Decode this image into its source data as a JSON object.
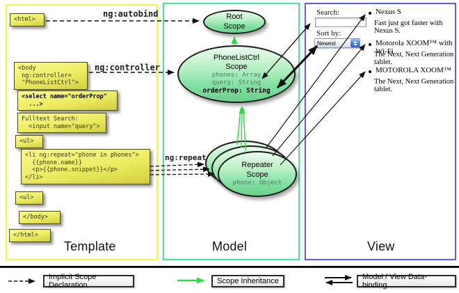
{
  "template_column": {
    "label": "Template",
    "boxes": {
      "html_open": "<html>",
      "body_open": "<body\n ng:controller=\n \"PhoneListCtrl\">",
      "select": "<select name=\"orderProp\"\n  ...>",
      "fulltext": "Fulltext Search:\n  <input name=\"query\">",
      "ul_open": "<ul>",
      "li_repeat": "<li ng:repeat=\"phone in phones\">\n  {{phone.name}}\n  <p>{{phone.snippet}}</p>\n</li>",
      "ul_close": "<ul>",
      "body_close": "</body>",
      "html_close": "</html>"
    }
  },
  "model_column": {
    "label": "Model",
    "root_scope": {
      "title": "Root\nScope"
    },
    "phonelist_scope": {
      "title": "PhoneListCtrl\nScope",
      "props_normal": "phones: Array\nquery: String",
      "prop_bold": "orderProp: String"
    },
    "repeater_scope": {
      "title": "Repeater\nScope",
      "prop": "phone: Object"
    }
  },
  "view_column": {
    "label": "View",
    "search_label": "Search:",
    "search_value": "",
    "sort_label": "Sort by:",
    "sort_selected_option": "Newest",
    "items": [
      {
        "title": "Nexus S",
        "desc": "Fast just got faster with Nexus S."
      },
      {
        "title": "Motorola XOOM™ with Wi-Fi",
        "desc": "The Next, Next Generation tablet."
      },
      {
        "title": "MOTOROLA XOOM™",
        "desc": "The Next, Next Generation tablet."
      }
    ]
  },
  "connectors": {
    "autobind_label": "ng:autobind",
    "controller_label": "ng:controller",
    "repeat_label": "ng:repeat"
  },
  "legend": {
    "implicit_label": "Implicit Scope Declaration",
    "inheritance_label": "Scope Inheritance",
    "databinding_label": "Model / View Data-binding"
  },
  "colors": {
    "template_border": "#f5f53a",
    "model_border": "#41e99b",
    "view_border": "#6161d5",
    "code_box_yellow": "#ecec62",
    "scope_green": "#7fe0a0",
    "inheritance_arrow_green": "#2bdc3e",
    "arrow_black": "#111111",
    "select_stepper_blue": "#4a7fe0"
  }
}
